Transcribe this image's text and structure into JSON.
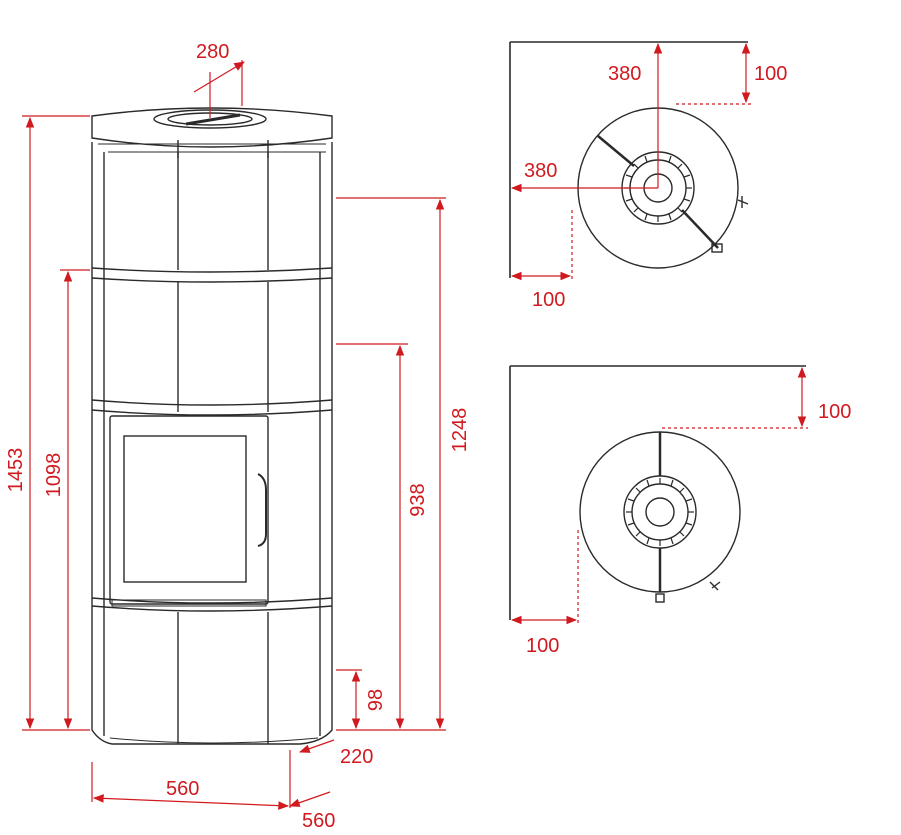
{
  "front_view": {
    "dimensions": {
      "flue_diameter": "280",
      "total_height": "1453",
      "flue_connection_height": "1098",
      "rear_outlet_height": "1248",
      "side_outlet_height": "938",
      "air_inlet_height": "98",
      "air_inlet_offset": "220",
      "width": "560",
      "depth": "560"
    }
  },
  "corner_install_view": {
    "dimensions": {
      "wall_clearance_back": "100",
      "wall_clearance_side": "100",
      "flue_center_from_back": "380",
      "flue_center_from_side": "380"
    }
  },
  "wall_install_view": {
    "dimensions": {
      "wall_clearance_back": "100",
      "wall_clearance_side": "100"
    }
  },
  "colors": {
    "dimension": "#d01a1f",
    "outline": "#2a2a2a"
  }
}
